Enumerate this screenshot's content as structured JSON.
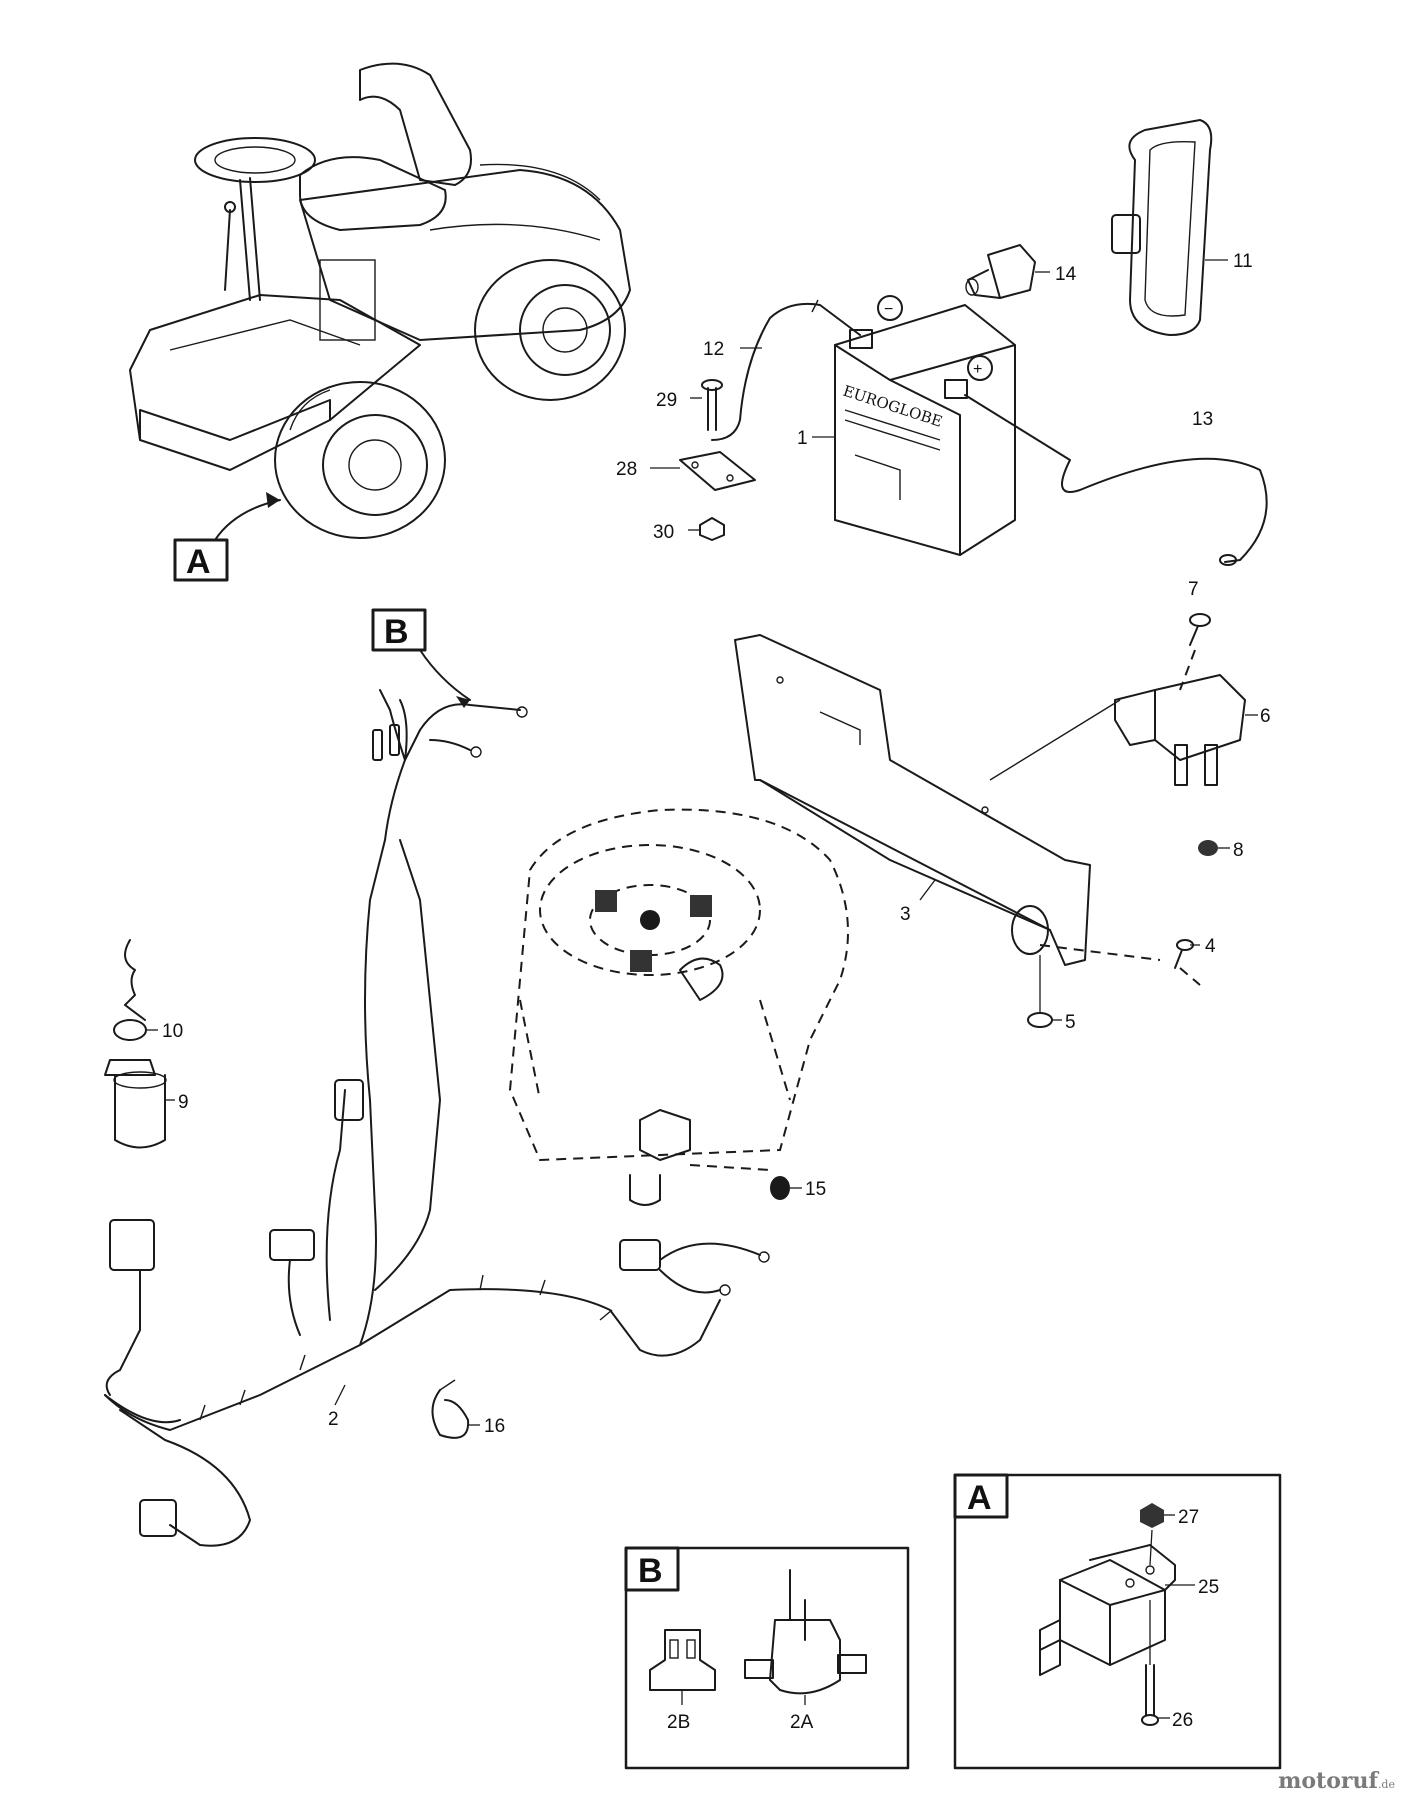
{
  "labels": {
    "callout_A": "A",
    "callout_B": "B",
    "inset_A": "A",
    "inset_B": "B",
    "part_1": "1",
    "part_2": "2",
    "part_3": "3",
    "part_4": "4",
    "part_5": "5",
    "part_6": "6",
    "part_7": "7",
    "part_8": "8",
    "part_9": "9",
    "part_10": "10",
    "part_11": "11",
    "part_12": "12",
    "part_13": "13",
    "part_14": "14",
    "part_15": "15",
    "part_16": "16",
    "part_25": "25",
    "part_26": "26",
    "part_27": "27",
    "part_28": "28",
    "part_29": "29",
    "part_30": "30",
    "part_2A": "2A",
    "part_2B": "2B"
  },
  "battery_brand": "EUROGLOBE",
  "watermark": {
    "name": "motoruf",
    "tld": ".de"
  }
}
